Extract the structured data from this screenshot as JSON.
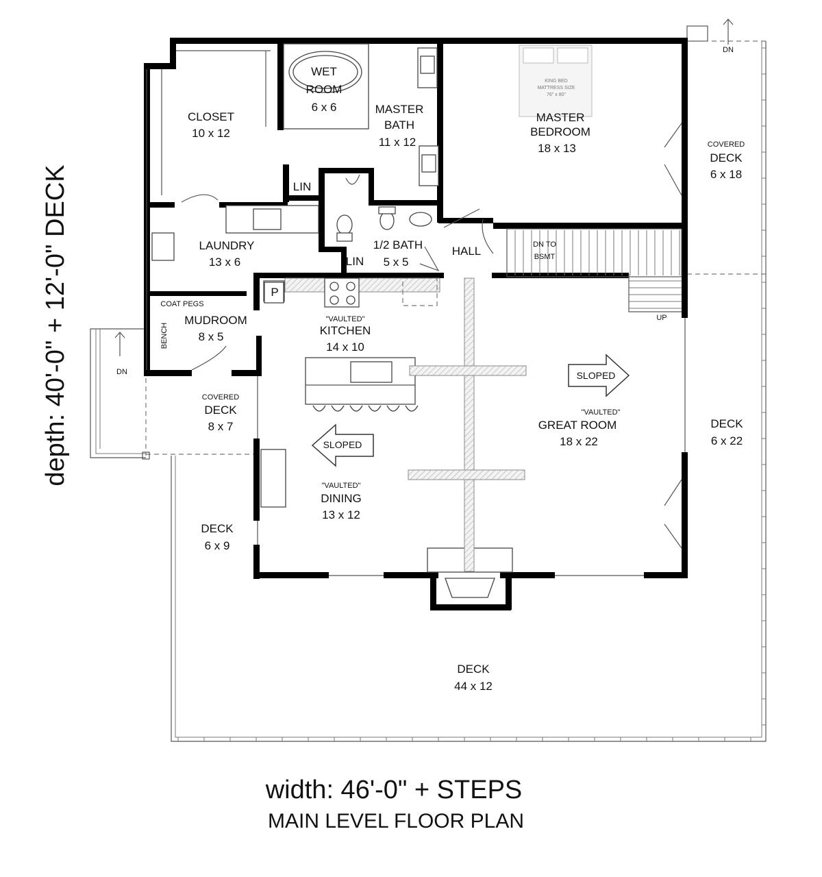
{
  "labels": {
    "dimension_depth": "depth: 40'-0\" + 12'-0\" DECK",
    "dimension_width": "width: 46'-0\" + STEPS",
    "plan_title": "MAIN LEVEL FLOOR PLAN"
  },
  "rooms": {
    "closet": {
      "name": "CLOSET",
      "size": "10 x 12"
    },
    "wet_room": {
      "name1": "WET",
      "name2": "ROOM",
      "size": "6 x 6"
    },
    "master_bath": {
      "name1": "MASTER",
      "name2": "BATH",
      "size": "11 x 12"
    },
    "master_bedroom": {
      "name1": "MASTER",
      "name2": "BEDROOM",
      "size": "18 x 13",
      "bed_note1": "KING BED",
      "bed_note2": "MATTRESS SIZE",
      "bed_note3": "76\" x 80\""
    },
    "covered_deck_right": {
      "name1": "COVERED",
      "name2": "DECK",
      "size": "6 x 18"
    },
    "lin_upper": "LIN",
    "lin_lower": "LIN",
    "laundry": {
      "name": "LAUNDRY",
      "size": "13 x 6"
    },
    "half_bath": {
      "name": "1/2 BATH",
      "size": "5 x 5"
    },
    "hall": "HALL",
    "stairs_down": {
      "line1": "DN TO",
      "line2": "BSMT"
    },
    "up": "UP",
    "dn_top": "DN",
    "dn_left": "DN",
    "pantry": "P",
    "coat_pegs": "COAT PEGS",
    "bench": "BENCH",
    "mudroom": {
      "name": "MUDROOM",
      "size": "8 x 5"
    },
    "kitchen": {
      "note": "\"VAULTED\"",
      "name": "KITCHEN",
      "size": "14 x 10"
    },
    "covered_deck_left": {
      "name1": "COVERED",
      "name2": "DECK",
      "size": "8 x 7"
    },
    "great_room": {
      "note": "\"VAULTED\"",
      "name": "GREAT ROOM",
      "size": "18 x 22"
    },
    "dining": {
      "note": "\"VAULTED\"",
      "name": "DINING",
      "size": "13 x 12"
    },
    "deck_left": {
      "name": "DECK",
      "size": "6 x 9"
    },
    "deck_right": {
      "name": "DECK",
      "size": "6 x 22"
    },
    "deck_bottom": {
      "name": "DECK",
      "size": "44 x 12"
    },
    "sloped_left": "SLOPED",
    "sloped_right": "SLOPED"
  }
}
